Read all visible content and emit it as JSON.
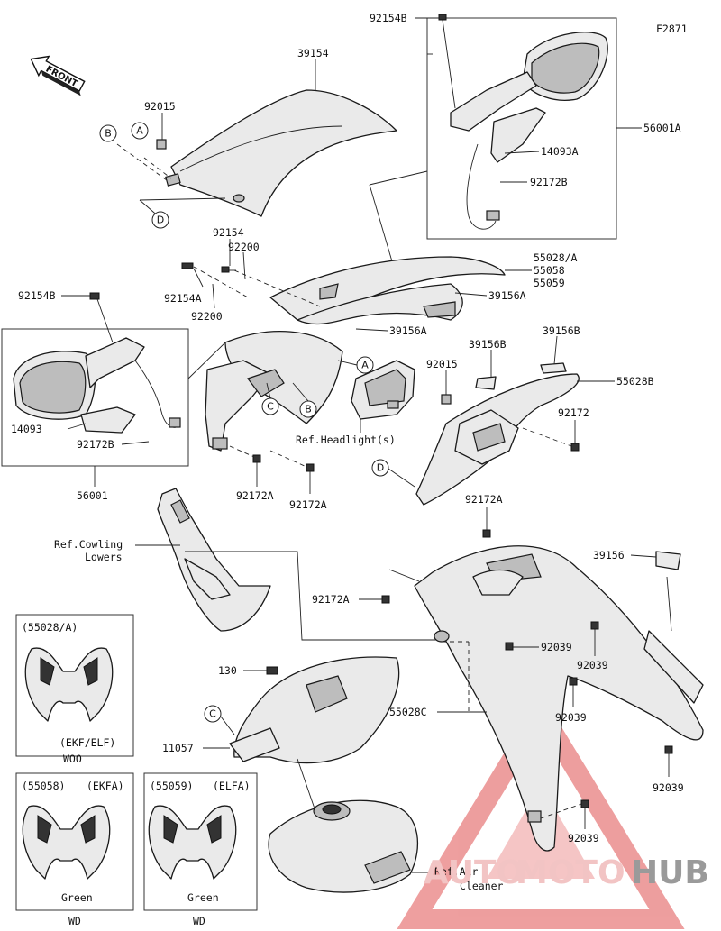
{
  "figure_code": "F2871",
  "front_label": "FRONT",
  "callouts": {
    "p39154": "39154",
    "p92015_top": "92015",
    "p92154B_top": "92154B",
    "p14093A": "14093A",
    "p92172B_top": "92172B",
    "p56001A": "56001A",
    "p92154": "92154",
    "p92200_a": "92200",
    "p92154A": "92154A",
    "p92200_b": "92200",
    "p55028": "55028/A",
    "p55058": "55058",
    "p55059": "55059",
    "p39156A_a": "39156A",
    "p39156A_b": "39156A",
    "p92154B_left": "92154B",
    "p14093": "14093",
    "p92172B_left": "92172B",
    "p56001": "56001",
    "p92172A_a": "92172A",
    "p92172A_b": "92172A",
    "ref_headlight": "Ref.Headlight(s)",
    "p39156B_a": "39156B",
    "p39156B_b": "39156B",
    "p92015_mid": "92015",
    "p55028B": "55028B",
    "p92172": "92172",
    "p92172A_c": "92172A",
    "ref_cowling_1": "Ref.Cowling",
    "ref_cowling_2": "Lowers",
    "p39156": "39156",
    "p92172A_d": "92172A",
    "p92039_a": "92039",
    "p92039_b": "92039",
    "p92039_c": "92039",
    "p92039_d": "92039",
    "p92039_e": "92039",
    "p130": "130",
    "p55028C": "55028C",
    "p11057": "11057",
    "ref_air_1": "Ref.Air",
    "ref_air_2": "Cleaner"
  },
  "circle_letters": {
    "a": "A",
    "b": "B",
    "c": "C",
    "d": "D"
  },
  "variants": {
    "top": {
      "code": "(55028/A)",
      "region": "(EKF/ELF)",
      "color": "WOO"
    },
    "bottom_left": {
      "code": "(55058)",
      "region": "(EKFA)",
      "color": "Green",
      "below": "WD"
    },
    "bottom_right": {
      "code": "(55059)",
      "region": "(ELFA)",
      "color": "Green",
      "below": "WD"
    }
  },
  "watermark": {
    "part1": "AUTO",
    "part2": "MOTO",
    "part3": "HUB",
    "color1": "#f2c4c4",
    "color3": "#b9b9b9",
    "tri_color": "#e05050"
  }
}
